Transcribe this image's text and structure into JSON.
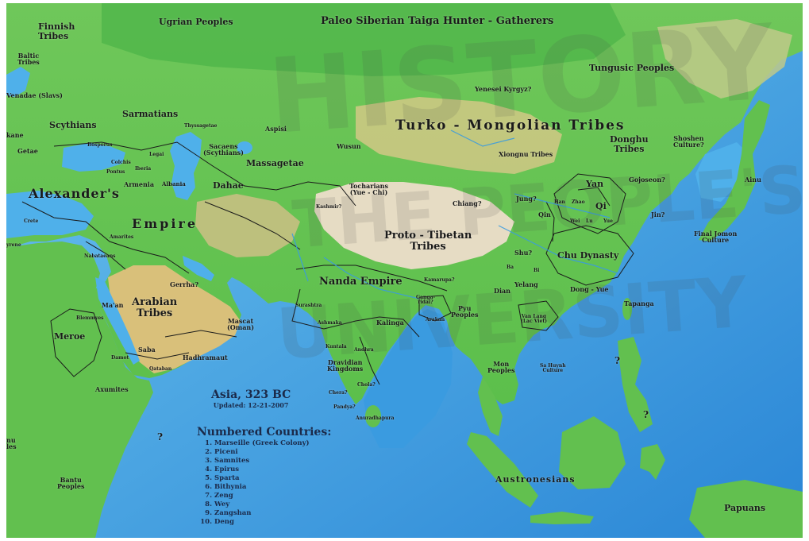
{
  "map": {
    "title": "Asia, 323 BC",
    "updated": "Updated: 12-21-2007",
    "legend_title": "Numbered Countries:",
    "numbered_countries": [
      "Marseille (Greek Colony)",
      "Piceni",
      "Samnites",
      "Epirus",
      "Sparta",
      "Bithynia",
      "Zeng",
      "Wey",
      "Zangshan",
      "Deng"
    ],
    "watermark_lines": [
      "HISTORY",
      "THE PEOPLE'S",
      "UNIVERSITY"
    ],
    "labels": {
      "paleo_siberian": "Paleo Siberian Taiga Hunter - Gatherers",
      "ugrian": "Ugrian Peoples",
      "finnish_tribes": "Finnish\nTribes",
      "baltic_tribes": "Baltic\nTribes",
      "venadae": "Venadae (Slavs)",
      "sarmatians": "Sarmatians",
      "scythians": "Scythians",
      "getae": "Getae",
      "kane": "kane",
      "bosporus": "Bosporus",
      "thyssagetae": "Thyssagetae",
      "aspisi": "Aspisi",
      "sacaens": "Sacaens\n(Scythians)",
      "wusun": "Wusun",
      "massagetae": "Massagetae",
      "tocharians": "Tocharians\n(Yue - Chi)",
      "dahae": "Dahae",
      "alexanders_empire_a": "Alexander's",
      "alexanders_empire_b": "Empire",
      "armenia": "Armenia",
      "albania": "Albania",
      "colchis": "Colchis",
      "pontus": "Pontus",
      "iberia": "Iberia",
      "legai": "Legai",
      "crete": "Crete",
      "cyrene": "yrene",
      "amarites": "Amarites",
      "nabataeans": "Nabataeans",
      "gerrha": "Gerrha?",
      "maan": "Ma'an",
      "blemmyes": "Blemmyes",
      "arabian_tribes": "Arabian\nTribes",
      "meroe": "Meroe",
      "saba": "Saba",
      "damot": "Damot",
      "qataban": "Qataban",
      "hadhramaut": "Hadhramaut",
      "mascat": "Mascat\n(Oman)",
      "axumites": "Axumites",
      "bantu": "Bantu\nPeoples",
      "nu_les": "nu\nles",
      "yenesei": "Yenesei Kyrgyz?",
      "tungusic": "Tungusic Peoples",
      "turko_mongolian": "Turko - Mongolian  Tribes",
      "xiongnu": "Xiongnu Tribes",
      "donghu": "Donghu\nTribes",
      "shoshen": "Shoshen\nCulture?",
      "gojoseon": "Gojoseon?",
      "ainu": "Ainu",
      "jin": "Jin?",
      "final_jomon": "Final Jomon\nCulture",
      "kashmir": "Kashmir?",
      "chiang": "Chiang?",
      "jung": "Jung?",
      "yan": "Yan",
      "qi": "Qi",
      "qin": "Qin",
      "han": "Han",
      "zhao": "Zhao",
      "lu": "Lu",
      "wei": "Wei",
      "yue": "Yue",
      "proto_tibetan": "Proto - Tibetan\nTribes",
      "shu": "Shu?",
      "ba": "Ba",
      "bi": "Bi",
      "chu_dynasty": "Chu  Dynasty",
      "nanda_empire": "Nanda  Empire",
      "kamarupa": "Kamarupa?",
      "surashtra": "Surashtra",
      "dian": "Dian",
      "yelang": "Yelang",
      "dong_yue": "Dong - Yue",
      "tapanga": "Tapanga",
      "pyu": "Pyu\nPeoples",
      "ganga": "Ganga-\nridai?",
      "arakan": "Arakan",
      "kalinga": "Kalinga",
      "ashmaka": "Ashmaka",
      "kuntala": "Kuntala",
      "andhra": "Andhra",
      "dravidian": "Dravidian\nKingdoms",
      "chola": "Chola?",
      "chera": "Chera?",
      "pandya": "Pandya?",
      "anuradhapura": "Anuradhapura",
      "mon": "Mon\nPeoples",
      "van_lang": "Van Lang\n(Lac Viet)",
      "sa_huynh": "Sa Huynh\nCulture",
      "austronesians": "Austronesians",
      "papuans": "Papuans",
      "q": "?"
    }
  }
}
